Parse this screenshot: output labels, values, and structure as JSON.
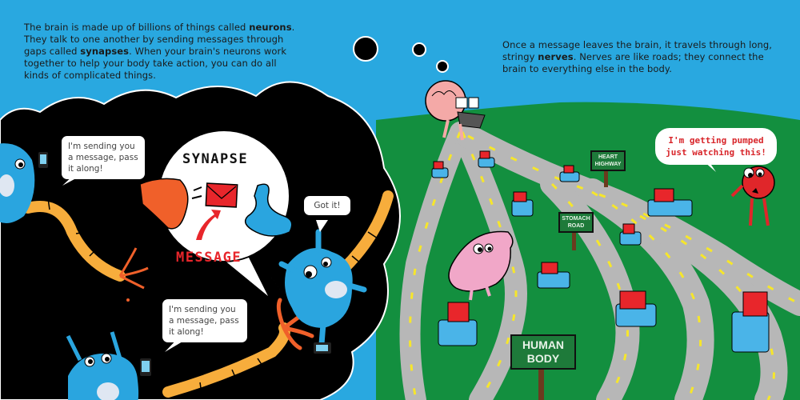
{
  "left_page": {
    "paragraph": [
      {
        "text": "The brain is made up of billions of things called ",
        "bold": false
      },
      {
        "text": "neurons",
        "bold": true
      },
      {
        "text": ". They talk to one another by sending messages through gaps called ",
        "bold": false
      },
      {
        "text": "synapses",
        "bold": true
      },
      {
        "text": ". When your brain's neurons work together to help your body take action, you can do all kinds of complicated things.",
        "bold": false
      }
    ],
    "p_part1": "The brain is made up of billions of things called ",
    "p_bold1": "neurons",
    "p_part2": ". They talk to one another by sending messages through gaps called ",
    "p_bold2": "synapses",
    "p_part3": ". When your brain's neurons work together to help your body take action, you can do all kinds of complicated things.",
    "bubbles": {
      "neuron_top_left": "I'm sending you a message, pass it along!",
      "neuron_bottom": "I'm sending you a message, pass it along!",
      "neuron_right": "Got it!"
    },
    "diagram": {
      "title": "SYNAPSE",
      "label": "MESSAGE"
    }
  },
  "right_page": {
    "p_part1": "Once a message leaves the brain, it travels through long, stringy ",
    "p_bold1": "nerves",
    "p_part2": ". Nerves are like roads; they connect the brain to everything else in the body.",
    "heart_bubble": "I'm getting pumped just watching this!",
    "signs": {
      "heart": "HEART HIGHWAY",
      "stomach": "STOMACH ROAD",
      "human": "HUMAN BODY"
    }
  },
  "colors": {
    "sky": "#29a8e0",
    "grass": "#138f3f",
    "road": "#b7b7b7",
    "thought_cloud": "#000000",
    "neuron": "#2aa5df",
    "axon": "#f7ad3c",
    "terminal": "#f0602a",
    "envelope": "#e8262b",
    "truck": "#4ab4e8",
    "brain": "#f4a9a7",
    "stomach": "#f1a7c8",
    "heart": "#e0262a",
    "sign": "#1e7a3a"
  }
}
